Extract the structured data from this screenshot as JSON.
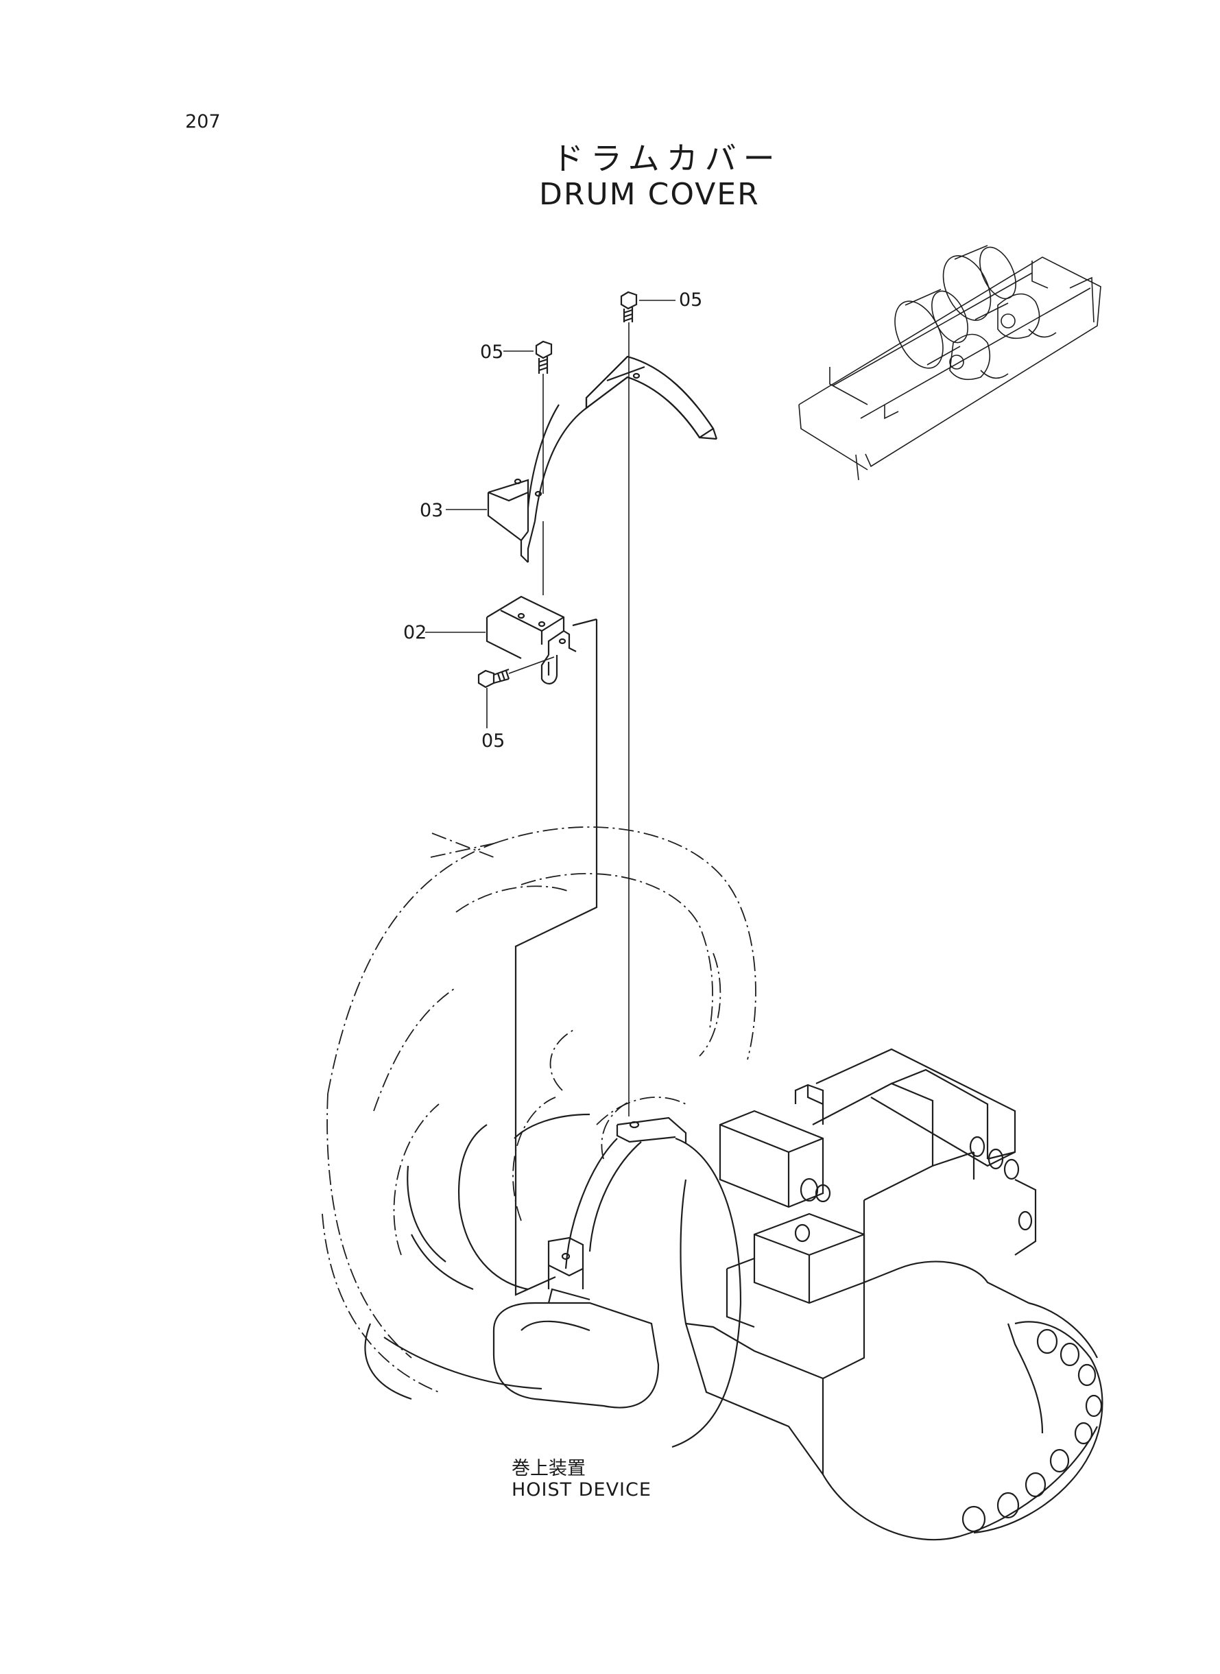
{
  "page": {
    "number": "207",
    "title_jp": "ドラムカバー",
    "title_en": "DRUM COVER"
  },
  "callouts": [
    {
      "id": "top-bolt",
      "label": "05"
    },
    {
      "id": "upper-left-bolt",
      "label": "05"
    },
    {
      "id": "cover",
      "label": "03"
    },
    {
      "id": "bracket",
      "label": "02"
    },
    {
      "id": "lower-bolt",
      "label": "05"
    }
  ],
  "footer": {
    "label_jp": "巻上装置",
    "label_en": "HOIST DEVICE"
  }
}
